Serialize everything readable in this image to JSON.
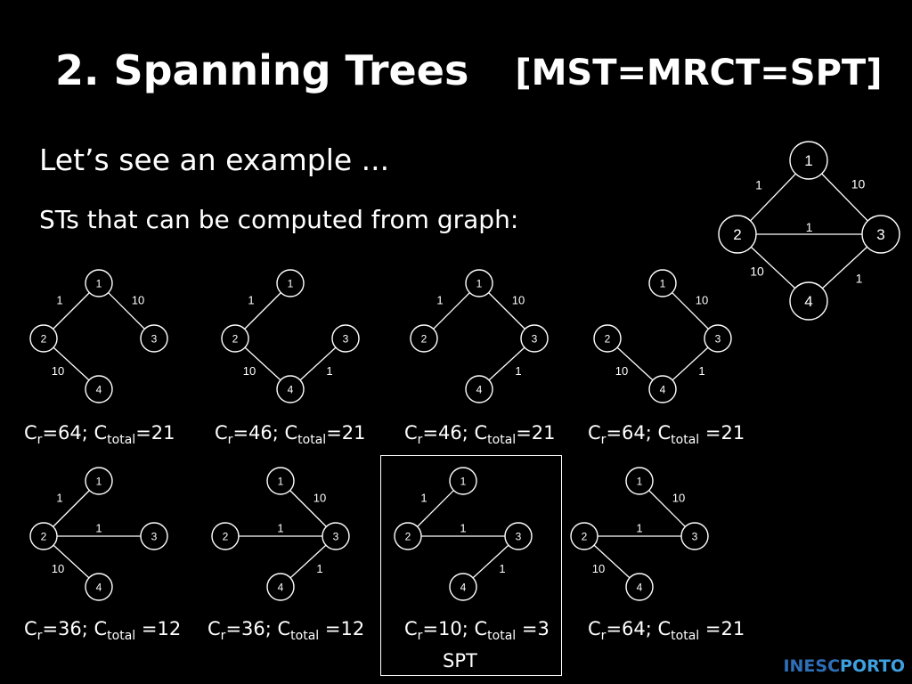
{
  "slide": {
    "title_main": "2. Spanning Trees",
    "title_sub": "[MST=MRCT=SPT]",
    "intro": "Let’s see an example ...",
    "note": "STs that can be computed from graph:"
  },
  "nodes": [
    "1",
    "2",
    "3",
    "4"
  ],
  "main_graph": {
    "edges": [
      {
        "from": "1",
        "to": "2",
        "weight": "1"
      },
      {
        "from": "1",
        "to": "3",
        "weight": "10"
      },
      {
        "from": "2",
        "to": "3",
        "weight": "1"
      },
      {
        "from": "2",
        "to": "4",
        "weight": "10"
      },
      {
        "from": "3",
        "to": "4",
        "weight": "1"
      }
    ]
  },
  "trees": [
    {
      "edges": [
        [
          "1",
          "2"
        ],
        [
          "1",
          "3"
        ],
        [
          "2",
          "4"
        ]
      ],
      "cr": "64",
      "ctotal": "21",
      "sep": ""
    },
    {
      "edges": [
        [
          "1",
          "2"
        ],
        [
          "2",
          "4"
        ],
        [
          "3",
          "4"
        ]
      ],
      "cr": "46",
      "ctotal": "21",
      "sep": ""
    },
    {
      "edges": [
        [
          "1",
          "2"
        ],
        [
          "1",
          "3"
        ],
        [
          "3",
          "4"
        ]
      ],
      "cr": "46",
      "ctotal": "21",
      "sep": ""
    },
    {
      "edges": [
        [
          "1",
          "3"
        ],
        [
          "2",
          "4"
        ],
        [
          "3",
          "4"
        ]
      ],
      "cr": "64",
      "ctotal": "21",
      "sep": " "
    },
    {
      "edges": [
        [
          "1",
          "2"
        ],
        [
          "2",
          "3"
        ],
        [
          "2",
          "4"
        ]
      ],
      "cr": "36",
      "ctotal": "12",
      "sep": " "
    },
    {
      "edges": [
        [
          "1",
          "3"
        ],
        [
          "2",
          "3"
        ],
        [
          "3",
          "4"
        ]
      ],
      "cr": "36",
      "ctotal": "12",
      "sep": " "
    },
    {
      "edges": [
        [
          "1",
          "2"
        ],
        [
          "2",
          "3"
        ],
        [
          "3",
          "4"
        ]
      ],
      "cr": "10",
      "ctotal": "3",
      "sep": " ",
      "highlight": true
    },
    {
      "edges": [
        [
          "1",
          "3"
        ],
        [
          "2",
          "3"
        ],
        [
          "2",
          "4"
        ]
      ],
      "cr": "64",
      "ctotal": "21",
      "sep": " "
    }
  ],
  "caption_parts": {
    "c": "C",
    "r": "r",
    "eq": "=",
    "semi": "; ",
    "total": "total"
  },
  "spt_label": "SPT",
  "logo": {
    "part1": "INESC",
    "part2": "PORTO"
  }
}
